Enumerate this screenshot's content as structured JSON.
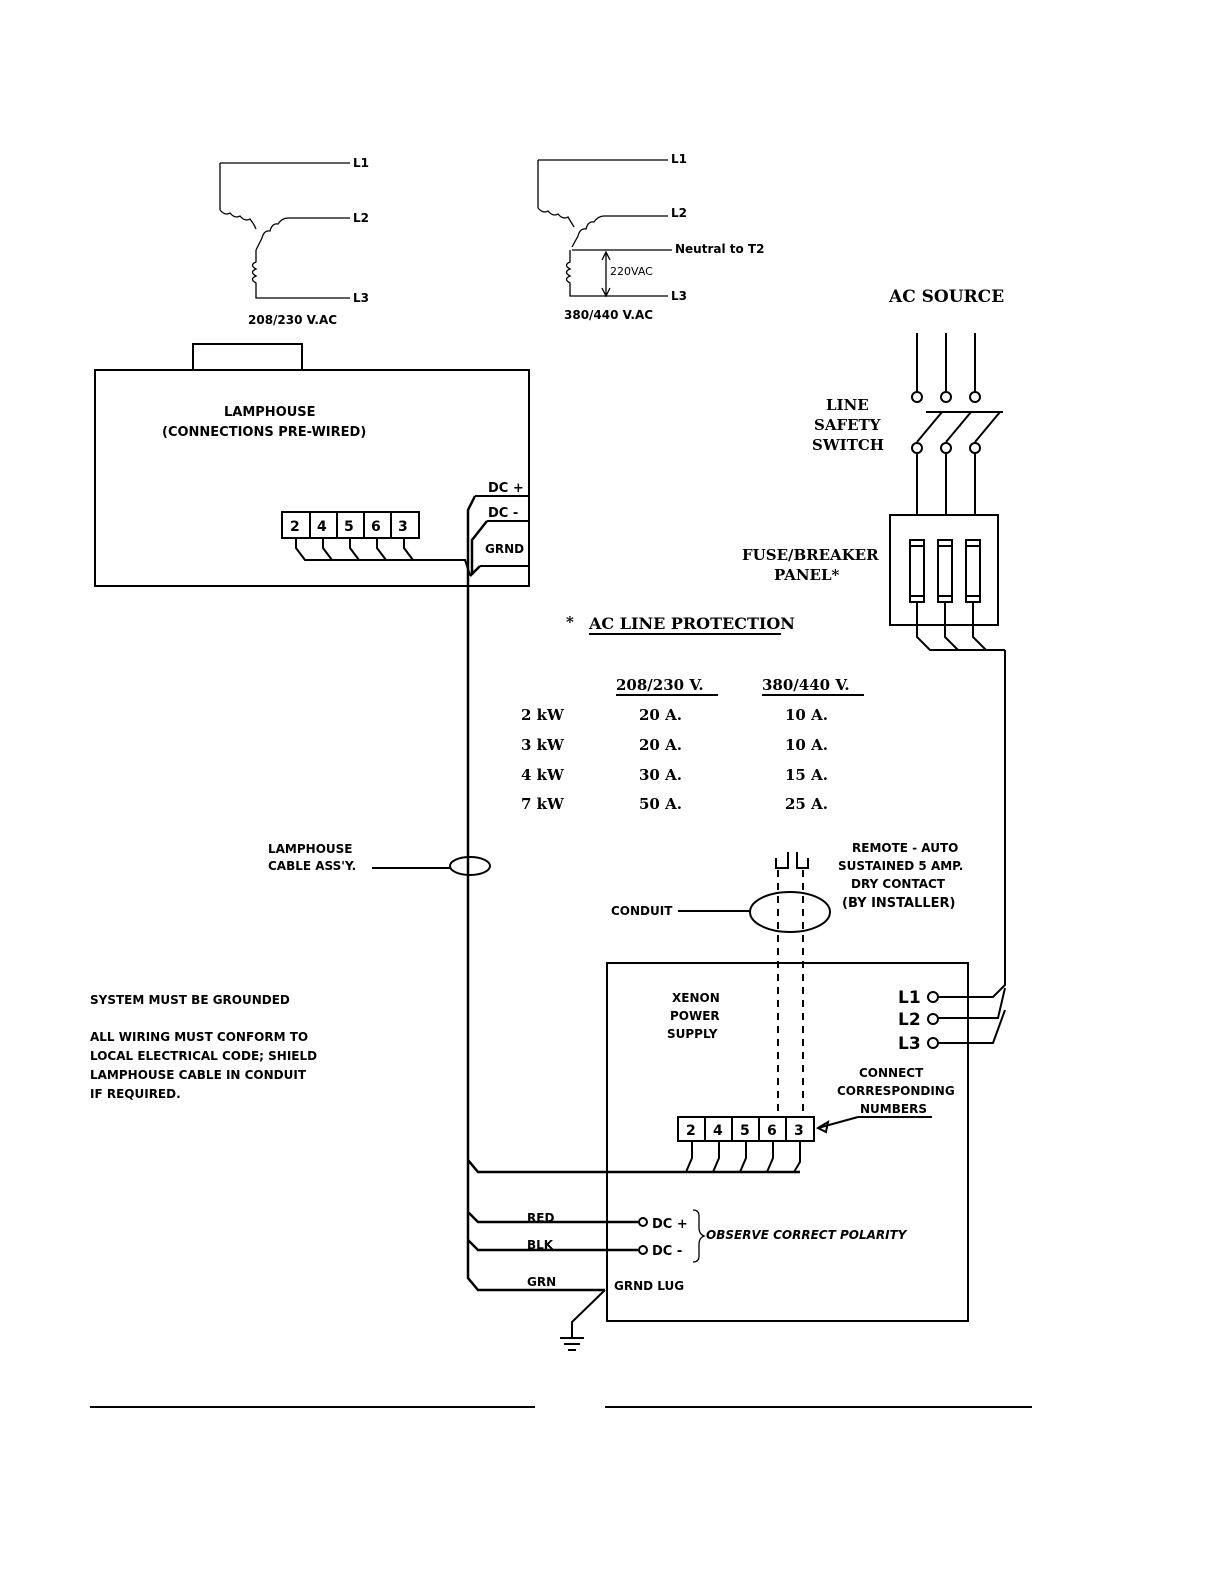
{
  "wye_left": {
    "l1": "L1",
    "l2": "L2",
    "l3": "L3",
    "caption": "208/230 V.AC"
  },
  "wye_right": {
    "l1": "L1",
    "l2": "L2",
    "neutral": "Neutral to T2",
    "voltage": "220VAC",
    "l3": "L3",
    "caption": "380/440 V.AC"
  },
  "ac_source": "AC SOURCE",
  "switch_label": [
    "LINE",
    "SAFETY",
    "SWITCH"
  ],
  "fuse_label": [
    "FUSE/BREAKER",
    "PANEL*"
  ],
  "lamphouse": {
    "title": "LAMPHOUSE",
    "subtitle": "(CONNECTIONS   PRE-WIRED)",
    "terminals": [
      "2",
      "4",
      "5",
      "6",
      "3"
    ],
    "dc_plus": "DC +",
    "dc_minus": "DC -",
    "grnd": "GRND"
  },
  "protection": {
    "title": "AC LINE PROTECTION",
    "star": "*",
    "headers": [
      "208/230 V.",
      "380/440 V."
    ],
    "rows": [
      {
        "kw": "2 kW",
        "a": "20 A.",
        "b": "10 A."
      },
      {
        "kw": "3 kW",
        "a": "20 A.",
        "b": "10 A."
      },
      {
        "kw": "4 kW",
        "a": "30 A.",
        "b": "15 A."
      },
      {
        "kw": "7 kW",
        "a": "50 A.",
        "b": "25 A."
      }
    ]
  },
  "cable_label": [
    "LAMPHOUSE",
    "CABLE  ASS'Y."
  ],
  "conduit_label": "CONDUIT",
  "remote_label": [
    "REMOTE - AUTO",
    "SUSTAINED  5 AMP.",
    "DRY   CONTACT",
    "(BY   INSTALLER)"
  ],
  "notes": {
    "ground": "SYSTEM  MUST  BE  GROUNDED",
    "wiring": [
      "ALL  WIRING   MUST   CONFORM   TO",
      "LOCAL   ELECTRICAL   CODE;  SHIELD",
      "LAMPHOUSE  CABLE   IN   CONDUIT",
      "IF    REQUIRED."
    ]
  },
  "power_supply": {
    "title": [
      "XENON",
      "POWER",
      "SUPPLY"
    ],
    "inputs": [
      "L1",
      "L2",
      "L3"
    ],
    "terminals": [
      "2",
      "4",
      "5",
      "6",
      "3"
    ],
    "connect_label": [
      "CONNECT",
      "CORRESPONDING",
      "NUMBERS"
    ],
    "dc_plus": "DC +",
    "dc_minus": "DC -",
    "polarity": "OBSERVE  CORRECT  POLARITY",
    "grnd_lug": "GRND  LUG"
  },
  "wire_labels": {
    "red": "RED",
    "blk": "BLK",
    "grn": "GRN"
  }
}
